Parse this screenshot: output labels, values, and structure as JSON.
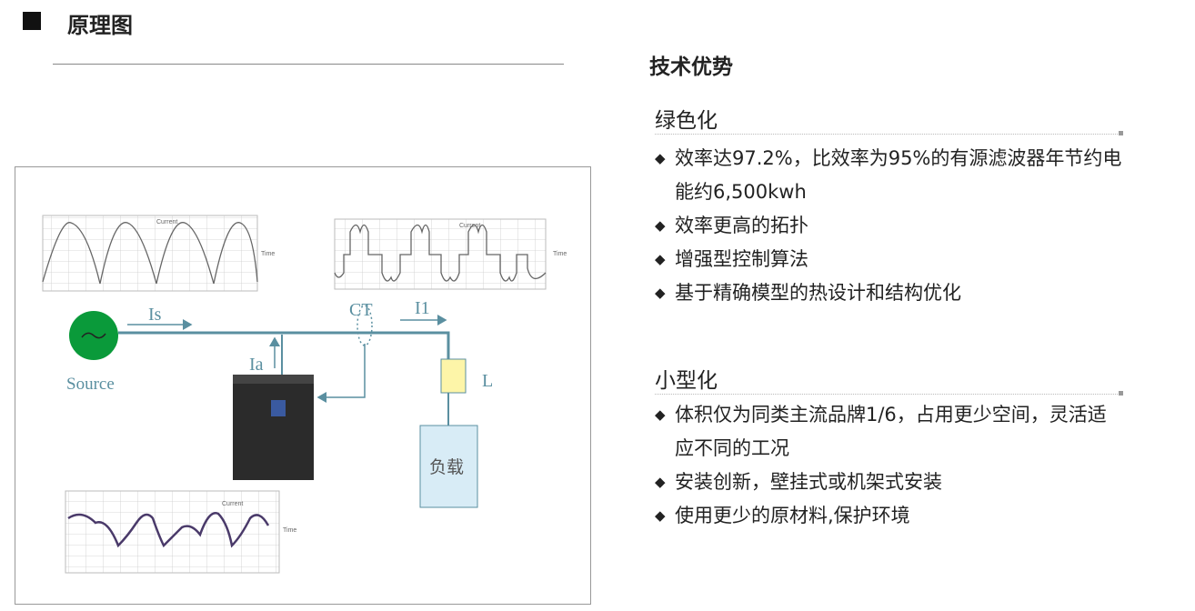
{
  "header": {
    "title": "原理图"
  },
  "diagram": {
    "source_label": "Source",
    "is_label": "Is",
    "ia_label": "Ia",
    "ct_label": "CT",
    "il_label": "I1",
    "l_label": "L",
    "load_label": "负载",
    "wave_y_label": "Current",
    "wave_x_label": "Time",
    "source_color": "#0a9a3a",
    "line_color": "#5a8fa0"
  },
  "advantages": {
    "title": "技术优势",
    "sections": [
      {
        "heading": "绿色化",
        "items": [
          "效率达97.2%，比效率为95%的有源滤波器年节约电能约6,500kwh",
          "效率更高的拓扑",
          "增强型控制算法",
          "基于精确模型的热设计和结构优化"
        ]
      },
      {
        "heading": "小型化",
        "items": [
          "体积仅为同类主流品牌1/6，占用更少空间，灵活适应不同的工况",
          "安装创新，壁挂式或机架式安装",
          "使用更少的原材料,保护环境"
        ]
      }
    ]
  }
}
